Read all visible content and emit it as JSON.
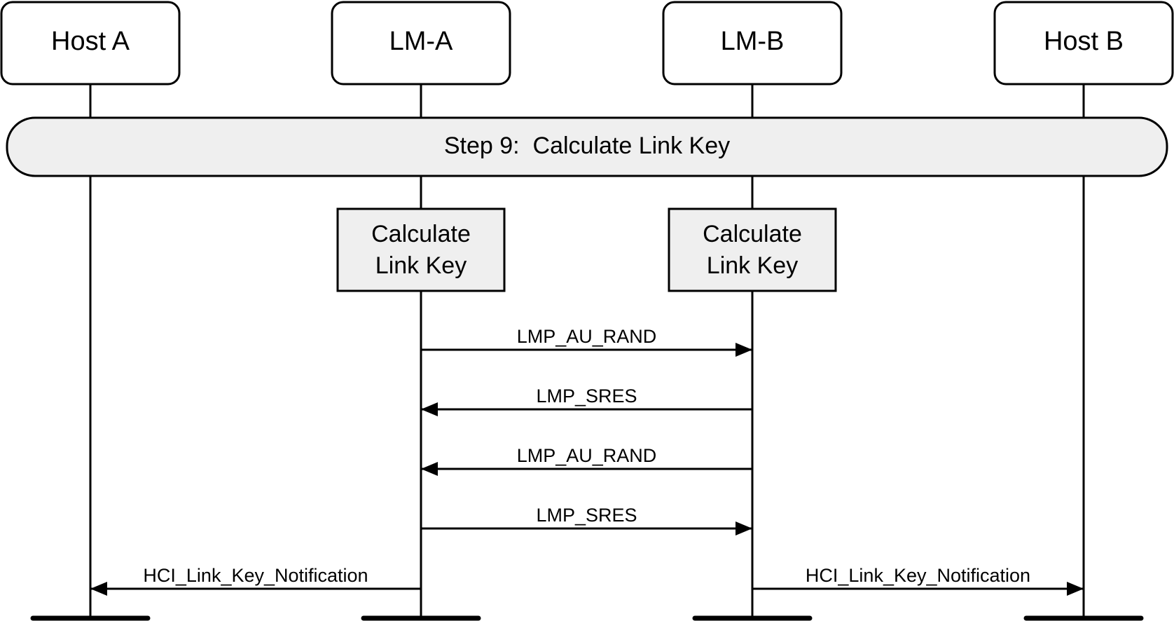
{
  "participants": [
    {
      "id": "hostA",
      "label": "Host A"
    },
    {
      "id": "lmA",
      "label": "LM-A"
    },
    {
      "id": "lmB",
      "label": "LM-B"
    },
    {
      "id": "hostB",
      "label": "Host B"
    }
  ],
  "step_banner": {
    "label": "Step 9:  Calculate Link Key"
  },
  "process_boxes": [
    {
      "participant": "lmA",
      "lines": [
        "Calculate",
        "Link Key"
      ]
    },
    {
      "participant": "lmB",
      "lines": [
        "Calculate",
        "Link Key"
      ]
    }
  ],
  "messages": [
    {
      "from": "lmA",
      "to": "lmB",
      "label": "LMP_AU_RAND"
    },
    {
      "from": "lmB",
      "to": "lmA",
      "label": "LMP_SRES"
    },
    {
      "from": "lmB",
      "to": "lmA",
      "label": "LMP_AU_RAND"
    },
    {
      "from": "lmA",
      "to": "lmB",
      "label": "LMP_SRES"
    },
    {
      "from": "lmA",
      "to": "hostA",
      "label": "HCI_Link_Key_Notification"
    },
    {
      "from": "lmB",
      "to": "hostB",
      "label": "HCI_Link_Key_Notification"
    }
  ]
}
